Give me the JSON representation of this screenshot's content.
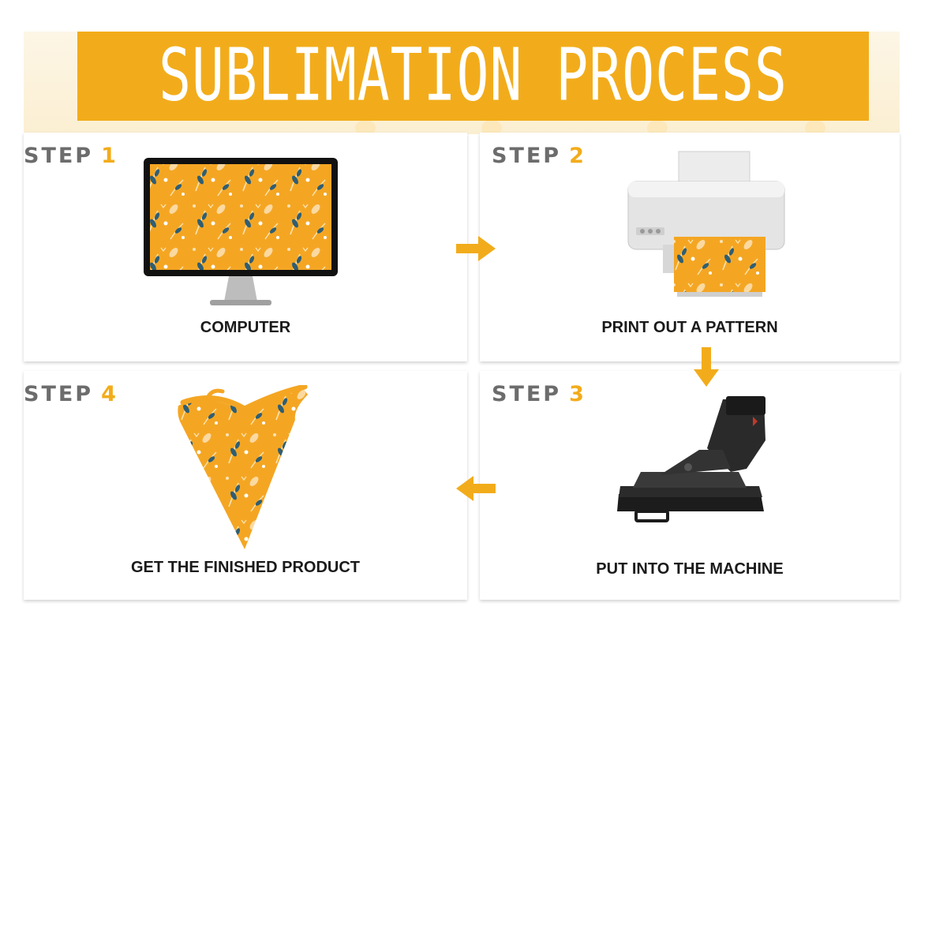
{
  "title": "SUBLIMATION PROCESS",
  "colors": {
    "accent": "#f2ac1b",
    "step_text": "#6c6c6c",
    "pattern": "#f4a623"
  },
  "steps": [
    {
      "label": "STEP",
      "number": "1",
      "caption": "COMPUTER",
      "icon": "computer-monitor-icon"
    },
    {
      "label": "STEP",
      "number": "2",
      "caption": "PRINT OUT A PATTERN",
      "icon": "printer-icon"
    },
    {
      "label": "STEP",
      "number": "3",
      "caption": "PUT INTO THE MACHINE",
      "icon": "heat-press-icon"
    },
    {
      "label": "STEP",
      "number": "4",
      "caption": "GET THE FINISHED PRODUCT",
      "icon": "bandana-icon"
    }
  ],
  "arrows": [
    "arrow-right-icon",
    "arrow-down-icon",
    "arrow-left-icon"
  ]
}
